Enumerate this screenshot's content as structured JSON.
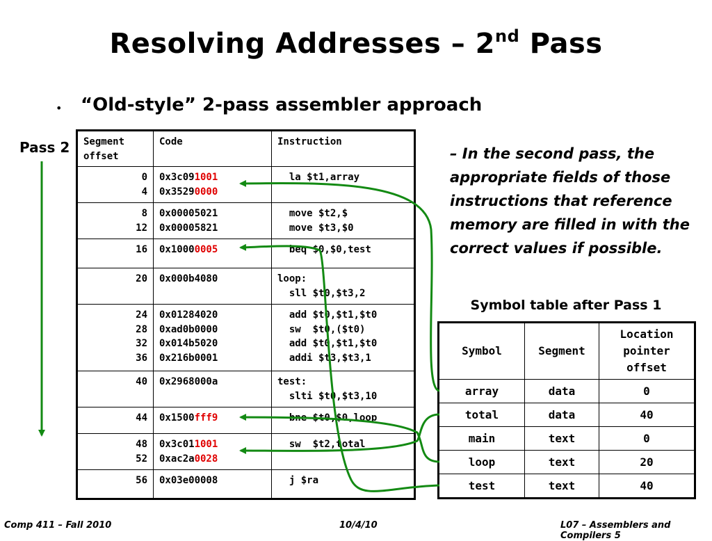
{
  "slide": {
    "title": "Resolving Addresses – 2",
    "title_sup": "nd",
    "title_end": " Pass",
    "bullet": "“Old-style” 2-pass assembler approach",
    "pass_label": "Pass 2",
    "right_text": "– In the second pass, the appropriate fields of those instructions that reference memory are filled in with the correct values if possible.",
    "symbol_table_title": "Symbol table after Pass 1"
  },
  "code_table": {
    "headers": [
      "Segment\noffset",
      "Code",
      "Instruction"
    ],
    "rows": [
      {
        "offset": "0\n4",
        "code_a": "0x3c09",
        "code_a_hl": "1001",
        "code_b": "0x3529",
        "code_b_hl": "0000",
        "instr": "  la $t1,array"
      },
      {
        "offset": "8\n12",
        "code_a": "0x00005021",
        "code_a_hl": "",
        "code_b": "0x00005821",
        "code_b_hl": "",
        "instr": "  move $t2,$\n  move $t3,$0"
      },
      {
        "offset": "16",
        "code_a": "0x1000",
        "code_a_hl": "0005",
        "code_b": "",
        "code_b_hl": "",
        "instr": "  beq $0,$0,test"
      },
      {
        "offset": "20",
        "code_a": "0x000b4080",
        "code_a_hl": "",
        "code_b": "",
        "code_b_hl": "",
        "instr": "loop:\n  sll $t0,$t3,2"
      },
      {
        "offset": "24\n28\n32\n36",
        "code_a": "0x01284020\n0xad0b0000\n0x014b5020\n0x216b0001",
        "code_a_hl": "",
        "code_b": "",
        "code_b_hl": "",
        "instr": "  add $t0,$t1,$t0\n  sw  $t0,($t0)\n  add $t0,$t1,$t0\n  addi $t3,$t3,1"
      },
      {
        "offset": "40",
        "code_a": "0x2968000a",
        "code_a_hl": "",
        "code_b": "",
        "code_b_hl": "",
        "instr": "test:\n  slti $t0,$t3,10"
      },
      {
        "offset": "44",
        "code_a": "0x1500",
        "code_a_hl": "fff9",
        "code_b": "",
        "code_b_hl": "",
        "instr": "  bne $t0,$0,loop"
      },
      {
        "offset": "48\n52",
        "code_a": "0x3c01",
        "code_a_hl": "1001",
        "code_b": "0xac2a",
        "code_b_hl": "0028",
        "instr": "  sw  $t2,total"
      },
      {
        "offset": "56",
        "code_a": "0x03e00008",
        "code_a_hl": "",
        "code_b": "",
        "code_b_hl": "",
        "instr": "  j $ra"
      }
    ]
  },
  "symbol_table": {
    "headers": [
      "Symbol",
      "Segment",
      "Location\npointer\noffset"
    ],
    "rows": [
      [
        "array",
        "data",
        "0"
      ],
      [
        "total",
        "data",
        "40"
      ],
      [
        "main",
        "text",
        "0"
      ],
      [
        "loop",
        "text",
        "20"
      ],
      [
        "test",
        "text",
        "40"
      ]
    ]
  },
  "footer": {
    "left": "Comp 411 – Fall 2010",
    "center": "10/4/10",
    "right": "L07 – Assemblers and Compilers   5"
  },
  "colors": {
    "highlight": "#e00000",
    "arrow": "#138a13"
  }
}
